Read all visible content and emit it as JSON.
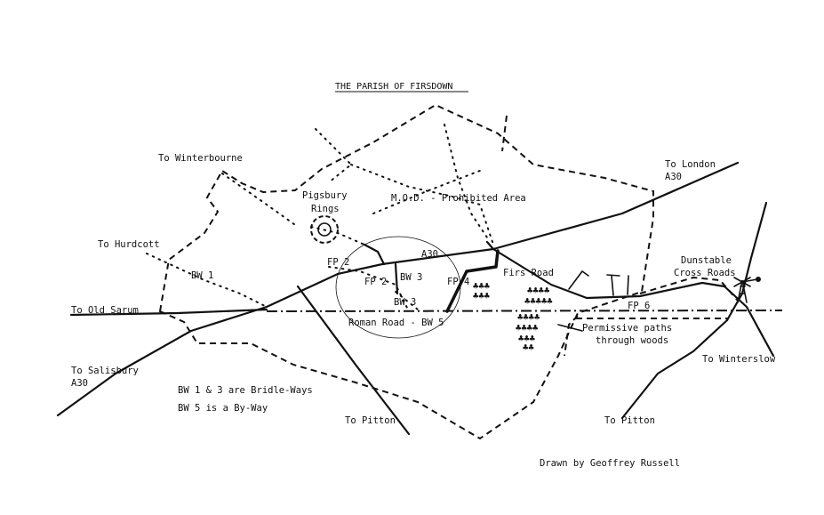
{
  "title": "THE PARISH OF FIRSDOWN",
  "labels": {
    "to_winterbourne": "To Winterbourne",
    "to_london": "To London",
    "a30_london": "A30",
    "pigsbury_1": "Pigsbury",
    "pigsbury_2": "Rings",
    "mod": "M.O.D. - Prohibited Area",
    "to_hurdcott": "To Hurdcott",
    "a30_mid": "A30",
    "fp2_a": "FP 2",
    "fp2_b": "FP 2",
    "bw3_a": "BW 3",
    "bw3_b": "BW 3",
    "fp4": "FP 4",
    "firs_road": "Firs Road",
    "dunstable_1": "Dunstable",
    "dunstable_2": "Cross Roads",
    "bw1": "BW 1",
    "to_old_sarum": "To Old Sarum",
    "fp6": "FP 6",
    "roman_road": "Roman Road - BW 5",
    "permissive_1": "Permissive paths",
    "permissive_2": "through woods",
    "to_winterslow": "To Winterslow",
    "to_salisbury": "To Salisbury",
    "a30_salisbury": "A30",
    "to_pitton_1": "To Pitton",
    "to_pitton_2": "To Pitton"
  },
  "legend": {
    "line1": "BW 1 & 3 are Bridle-Ways",
    "line2": "BW 5 is a By-Way"
  },
  "credit": "Drawn by Geoffrey Russell"
}
